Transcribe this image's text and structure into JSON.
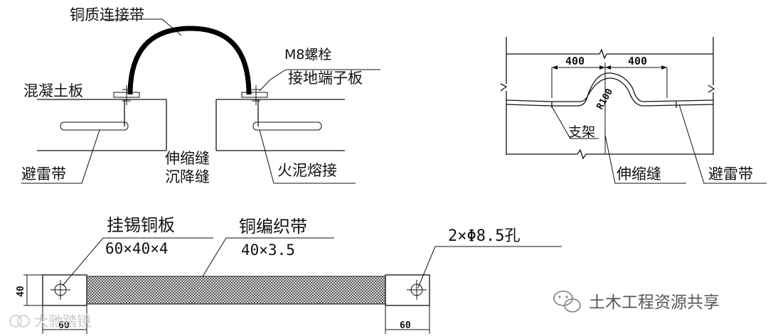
{
  "left_detail": {
    "copper_strap": "铜质连接带",
    "bolt": "M8螺栓",
    "terminal_plate": "接地端子板",
    "concrete_slab": "混凝土板",
    "lightning_belt": "避雷带",
    "expansion_joint": "伸缩缝",
    "settlement_joint": "沉降缝",
    "weld": "火泥熔接"
  },
  "right_detail": {
    "dim_left": "400",
    "dim_right": "400",
    "radius": "R100",
    "support": "支架",
    "expansion_joint": "伸缩缝",
    "lightning_belt": "避雷带"
  },
  "strap_detail": {
    "plate_label": "挂锡铜板",
    "plate_dims": "60×40×4",
    "braid_label": "铜编织带",
    "braid_dims": "40×3.5",
    "hole_label": "2×Φ8.5孔",
    "height_dim": "40",
    "left_width": "60",
    "right_width": "60"
  },
  "watermarks": {
    "left": "大驰踏镜",
    "right": "土木工程资源共享"
  },
  "colors": {
    "line": "#111111",
    "braid": "#555555",
    "watermark": "#c9c9c9"
  }
}
